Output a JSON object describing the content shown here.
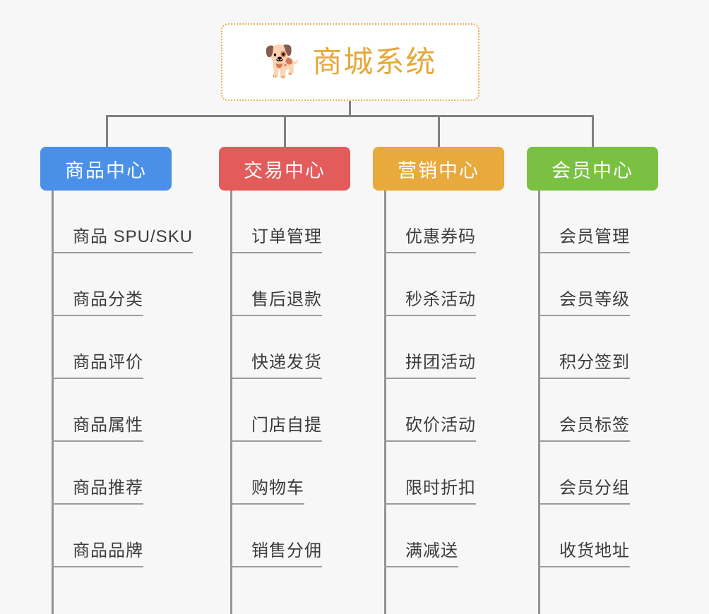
{
  "diagram": {
    "title": "商城系统",
    "root": {
      "icon": "shiba-dog-face-emoji",
      "icon_glyph": "🐕",
      "label": "商城系统",
      "text_color": "#e5a83c",
      "border_color": "#e8b05a",
      "background": "#ffffff"
    },
    "background_color": "#f7f7f7",
    "connector_color": "#808080",
    "leaf_text_color": "#3c3c3c",
    "leaf_rule_color": "#9b9b9b",
    "columns": [
      {
        "label": "商品中心",
        "color": "#4a90e8",
        "items": [
          "商品 SPU/SKU",
          "商品分类",
          "商品评价",
          "商品属性",
          "商品推荐",
          "商品品牌"
        ]
      },
      {
        "label": "交易中心",
        "color": "#e45b5b",
        "items": [
          "订单管理",
          "售后退款",
          "快递发货",
          "门店自提",
          "购物车",
          "销售分佣"
        ]
      },
      {
        "label": "营销中心",
        "color": "#e8a93d",
        "items": [
          "优惠券码",
          "秒杀活动",
          "拼团活动",
          "砍价活动",
          "限时折扣",
          "满减送"
        ]
      },
      {
        "label": "会员中心",
        "color": "#7ac143",
        "items": [
          "会员管理",
          "会员等级",
          "积分签到",
          "会员标签",
          "会员分组",
          "收货地址"
        ]
      }
    ]
  }
}
